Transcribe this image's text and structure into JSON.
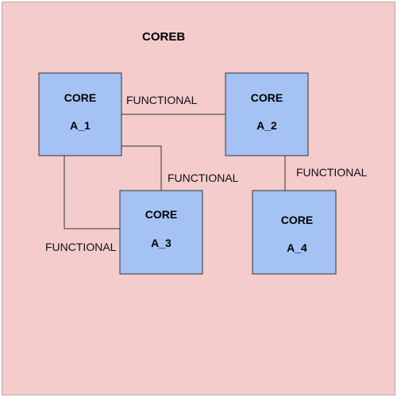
{
  "colors": {
    "background": "#f4cccc",
    "node_fill": "#a4c2f4",
    "node_stroke": "#333333",
    "edge": "#333333"
  },
  "diagram": {
    "title": "COREB",
    "nodes": [
      {
        "id": "a1",
        "line1": "CORE",
        "line2": "A_1"
      },
      {
        "id": "a2",
        "line1": "CORE",
        "line2": "A_2"
      },
      {
        "id": "a3",
        "line1": "CORE",
        "line2": "A_3"
      },
      {
        "id": "a4",
        "line1": "CORE",
        "line2": "A_4"
      }
    ],
    "edges": [
      {
        "from": "a1",
        "to": "a2",
        "label": "FUNCTIONAL"
      },
      {
        "from": "a1",
        "to": "a3",
        "label": "FUNCTIONAL"
      },
      {
        "from": "a1",
        "to": "a3",
        "label": "FUNCTIONAL"
      },
      {
        "from": "a2",
        "to": "a4",
        "label": "FUNCTIONAL"
      }
    ]
  }
}
